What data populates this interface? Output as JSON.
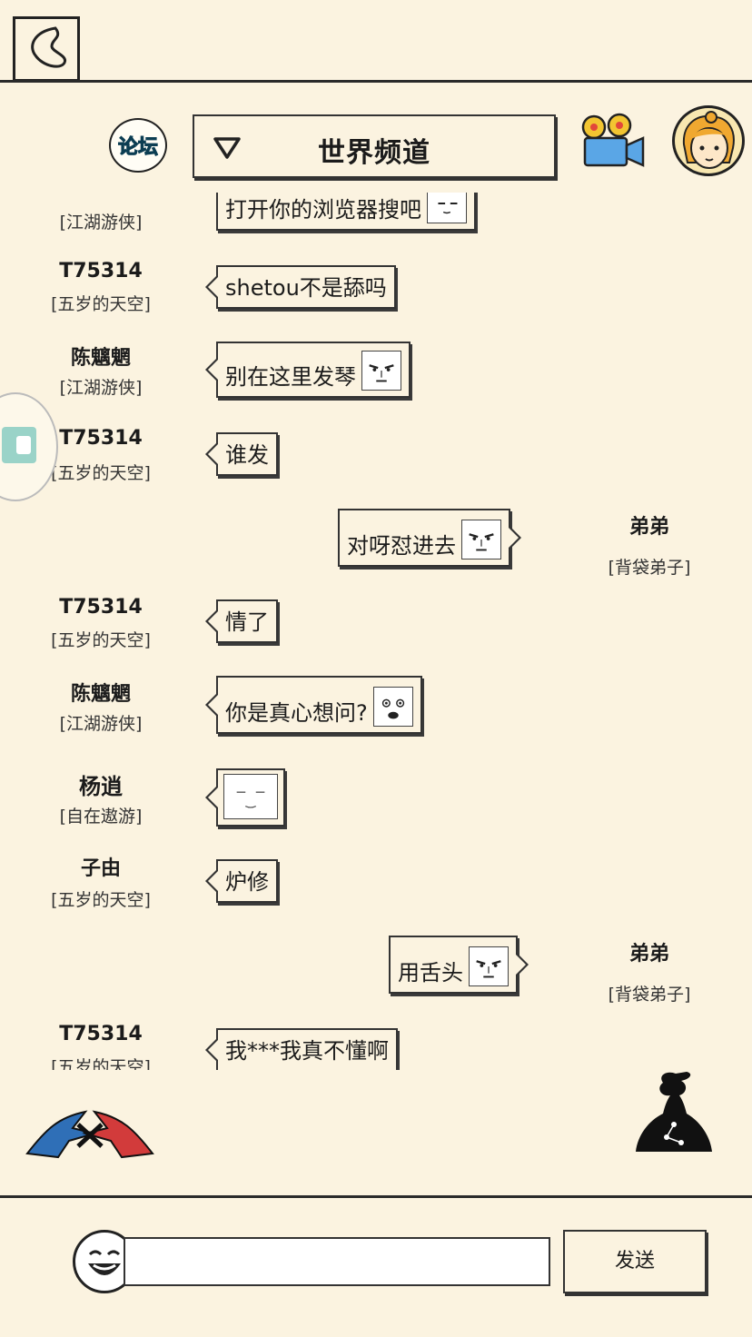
{
  "header": {
    "forum_label": "论坛",
    "channel_title": "世界频道"
  },
  "messages": [
    {
      "nick": "",
      "rank": "[江湖游侠]",
      "text": "打开你的浏览器搜吧",
      "face": "squint",
      "side": "left"
    },
    {
      "nick": "T75314",
      "rank": "[五岁的天空]",
      "text": "shetou不是舔吗",
      "face": "",
      "side": "left"
    },
    {
      "nick": "陈魑魍",
      "rank": "[江湖游侠]",
      "text": "别在这里发琴",
      "face": "smug",
      "side": "left"
    },
    {
      "nick": "T75314",
      "rank": "[五岁的天空]",
      "text": "谁发",
      "face": "",
      "side": "left"
    },
    {
      "nick": "弟弟",
      "rank": "[背袋弟子]",
      "text": "对呀怼进去",
      "face": "smug",
      "side": "right"
    },
    {
      "nick": "T75314",
      "rank": "[五岁的天空]",
      "text": "情了",
      "face": "",
      "side": "left"
    },
    {
      "nick": "陈魑魍",
      "rank": "[江湖游侠]",
      "text": "你是真心想问?",
      "face": "surprised",
      "side": "left"
    },
    {
      "nick": "杨逍",
      "rank": "[自在遨游]",
      "text": "",
      "face": "blank",
      "side": "left"
    },
    {
      "nick": "子由",
      "rank": "[五岁的天空]",
      "text": "炉修",
      "face": "",
      "side": "left"
    },
    {
      "nick": "弟弟",
      "rank": "[背袋弟子]",
      "text": "用舌头",
      "face": "smug",
      "side": "right"
    },
    {
      "nick": "T75314",
      "rank": "[五岁的天空]",
      "text": "我***我真不懂啊",
      "face": "",
      "side": "left"
    }
  ],
  "composer": {
    "input_value": "",
    "input_placeholder": "",
    "send_label": "发送"
  }
}
